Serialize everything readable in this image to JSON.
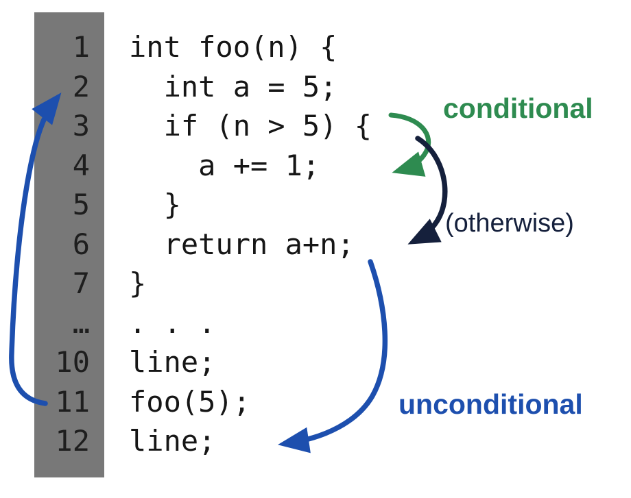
{
  "code": {
    "rows": [
      {
        "num": "1",
        "code": "int foo(n) {"
      },
      {
        "num": "2",
        "code": "  int a = 5;"
      },
      {
        "num": "3",
        "code": "  if (n > 5) {"
      },
      {
        "num": "4",
        "code": "    a += 1;"
      },
      {
        "num": "5",
        "code": "  }"
      },
      {
        "num": "6",
        "code": "  return a+n;"
      },
      {
        "num": "7",
        "code": "}"
      },
      {
        "num": "…",
        "code": ". . ."
      },
      {
        "num": "10",
        "code": "line;"
      },
      {
        "num": "11",
        "code": "foo(5);"
      },
      {
        "num": "12",
        "code": "line;"
      }
    ]
  },
  "labels": {
    "conditional": "conditional",
    "otherwise": "(otherwise)",
    "unconditional": "unconditional"
  },
  "colors": {
    "conditional_green": "#2e8b50",
    "otherwise_navy": "#15203c",
    "unconditional_blue": "#1d4fae",
    "gutter_gray": "#787878",
    "code_text": "#161616"
  }
}
